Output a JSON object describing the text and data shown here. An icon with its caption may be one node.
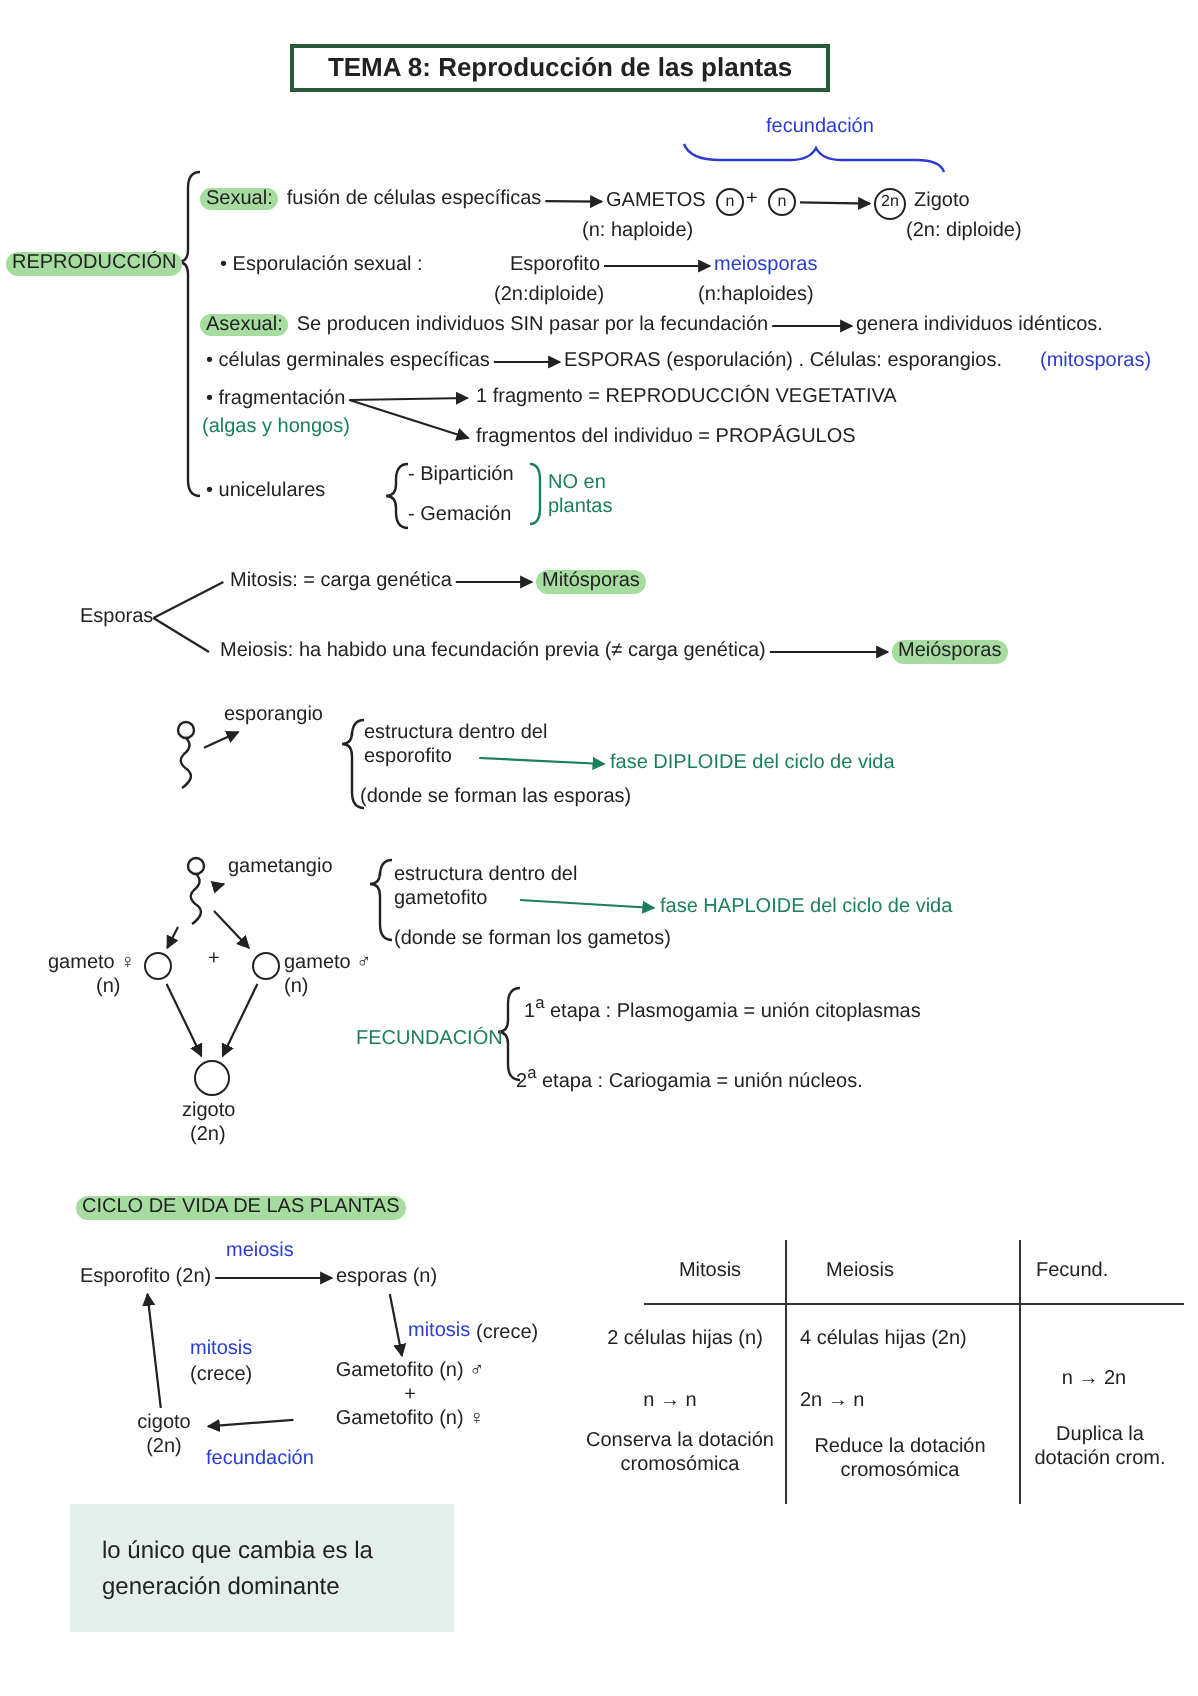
{
  "diagram": {
    "title": "TEMA 8: Reproducción de las plantas",
    "nodes": [
      {
        "text": [
          "REPRODUCCIÓN"
        ]
      },
      {
        "text": [
          "Sexual:",
          "fusión de células específicas"
        ]
      },
      {
        "text": [
          "GAMETOS"
        ],
        "beside": [
          "(n: haploide)"
        ]
      },
      {
        "text": [
          "n"
        ]
      },
      {
        "text": [
          "n"
        ]
      },
      {
        "text": [
          "2n"
        ],
        "beside": [
          "Zigoto",
          "(2n: diploide)"
        ]
      },
      {
        "text": [
          "Esporofito"
        ],
        "beside": [
          "(2n:diploide)"
        ]
      },
      {
        "text": [
          "meiosporas"
        ],
        "beside": [
          "(n:haploides)"
        ]
      },
      {
        "text": [
          "Asexual:",
          "Se producen individuos SIN pasar por la fecundación"
        ]
      },
      {
        "text": [
          "genera individuos idénticos."
        ]
      },
      {
        "text": [
          "• células germinales específicas"
        ]
      },
      {
        "text": [
          "ESPORAS (esporulación) . Células: esporangios."
        ]
      },
      {
        "text": [
          "• fragmentación"
        ],
        "beside": [
          "(algas y hongos)"
        ]
      },
      {
        "text": [
          "1 fragmento = REPRODUCCIÓN VEGETATIVA"
        ]
      },
      {
        "text": [
          "fragmentos del individuo = PROPÁGULOS"
        ]
      },
      {
        "text": [
          "Esporas"
        ]
      },
      {
        "text": [
          "Mitosis: = carga genética"
        ]
      },
      {
        "text": [
          "Mitósporas"
        ]
      },
      {
        "text": [
          "Meiosis: ha habido una fecundación previa (≠ carga genética)"
        ]
      },
      {
        "text": [
          "Meiósporas"
        ]
      },
      {
        "text": [],
        "shape": "picture"
      },
      {
        "text": [
          "esporangio"
        ]
      },
      {
        "text": [
          "estructura dentro del esporofito"
        ]
      },
      {
        "text": [
          "fase DIPLOIDE del ciclo de vida"
        ]
      },
      {
        "text": [],
        "shape": "picture"
      },
      {
        "text": [
          "gametangio"
        ]
      },
      {
        "text": [
          "estructura dentro del gametofito"
        ]
      },
      {
        "text": [
          "fase HAPLOIDE del ciclo de vida"
        ]
      },
      {
        "text": [],
        "shape": "circle",
        "beside": [
          "gameto ♀",
          "(n)"
        ]
      },
      {
        "text": [],
        "shape": "circle",
        "beside": [
          "gameto ♂",
          "(n)"
        ]
      },
      {
        "text": [],
        "shape": "circle",
        "beside": [
          "zigoto",
          "(2n)"
        ]
      },
      {
        "text": [
          "Esporofito (2n)"
        ]
      },
      {
        "text": [
          "esporas (n)"
        ]
      },
      {
        "text": [
          "Gametofito (n) ♂",
          "+",
          "Gametofito (n) ♀"
        ]
      },
      {
        "text": [
          "cigoto (2n)"
        ]
      },
      {
        "text": [
          "lo único que cambia es la generación dominante"
        ]
      }
    ],
    "edges": [
      {
        "from": 1,
        "to": 2,
        "arrow": "to"
      },
      {
        "from": 4,
        "to": 5,
        "arrow": "to"
      },
      {
        "from": 6,
        "to": 7,
        "arrow": "to"
      },
      {
        "from": 8,
        "to": 9,
        "arrow": "to"
      },
      {
        "from": 10,
        "to": 11,
        "arrow": "to"
      },
      {
        "from": 12,
        "to": 13,
        "arrow": "to"
      },
      {
        "from": 12,
        "to": 14,
        "arrow": "to"
      },
      {
        "from": 15,
        "to": 16,
        "arrow": "none"
      },
      {
        "from": 15,
        "to": 18,
        "arrow": "none"
      },
      {
        "from": 16,
        "to": 17,
        "arrow": "to"
      },
      {
        "from": 18,
        "to": 19,
        "arrow": "to"
      },
      {
        "from": 20,
        "to": 21,
        "arrow": "to"
      },
      {
        "from": 22,
        "to": 23,
        "arrow": "to",
        "color": "#1a7f5a"
      },
      {
        "from": 24,
        "to": 25,
        "arrow": "to"
      },
      {
        "from": 24,
        "to": 28,
        "arrow": "to"
      },
      {
        "from": 24,
        "to": 29,
        "arrow": "to"
      },
      {
        "from": 28,
        "to": 30,
        "arrow": "to"
      },
      {
        "from": 29,
        "to": 30,
        "arrow": "to"
      },
      {
        "from": 26,
        "to": 27,
        "arrow": "to",
        "color": "#1a7f5a"
      },
      {
        "from": 31,
        "to": 32,
        "arrow": "to",
        "label": "meiosis"
      },
      {
        "from": 32,
        "to": 33,
        "arrow": "to",
        "label": "mitosis"
      },
      {
        "from": 33,
        "to": 34,
        "arrow": "to",
        "label": "fecundación"
      },
      {
        "from": 34,
        "to": 31,
        "arrow": "to",
        "label": "mitosis"
      }
    ],
    "labels": [
      "fecundación",
      "+",
      "• Esporulación sexual :",
      "(mitosporas)",
      "• unicelulares",
      "- Bipartición",
      "- Gemación",
      "NO en plantas",
      "(donde se forman las esporas)",
      "(donde se forman los gametos)",
      "+",
      "FECUNDACIÓN",
      "1$^{a}$ etapa : Plasmogamia = unión citoplasmas",
      "2$^{a}$ etapa : Cariogamia = unión núcleos.",
      "CICLO DE VIDA DE LAS PLANTAS",
      "(crece)",
      "(crece)",
      "Mitosis",
      "Meiosis",
      "Fecund.",
      "2 células hijas (n)",
      "4 células hijas (2n)",
      "n → 2n",
      "n → n",
      "2n → n",
      "Conserva la dotación cromosómica",
      "Reduce la dotación cromosómica",
      "Duplica la dotación crom."
    ]
  }
}
